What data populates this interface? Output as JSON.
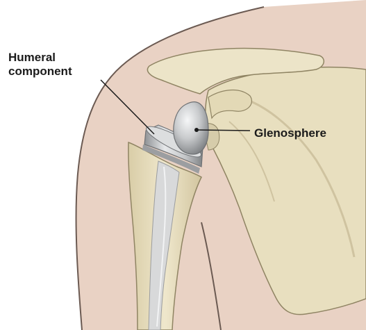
{
  "labels": {
    "humeral_line1": "Humeral",
    "humeral_line2": "component",
    "glenosphere": "Glenosphere"
  },
  "colors": {
    "background": "#ffffff",
    "skin": "#e9d2c4",
    "skin_outline": "#6b5a52",
    "bone": "#e8dfbf",
    "bone_shadow": "#cfc3a0",
    "bone_outline": "#8f8463",
    "metal": "#c9cbcd",
    "metal_dark": "#8e9194",
    "leader_line": "#1b1b1b"
  },
  "icons": {
    "shoulder": "shoulder-illustration",
    "scapula": "scapula-bone",
    "humerus": "humerus-bone",
    "implant": "reverse-shoulder-implant"
  }
}
